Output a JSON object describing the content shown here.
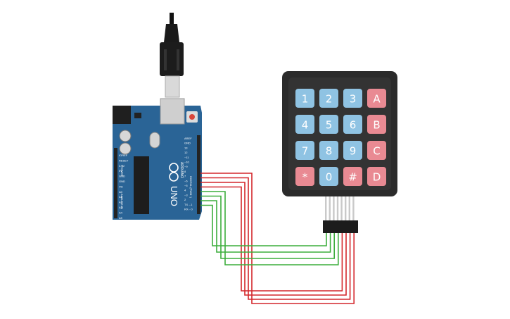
{
  "board": {
    "logo_text": "ARDUINO",
    "model_text": "UNO",
    "digital_label": "DIGITAL (PWM~)",
    "analog_label": "ANALOG IN",
    "power_label": "POWER",
    "header_pins_right": [
      "AREF",
      "GND",
      "13",
      "12",
      "~11",
      "~10",
      "~9",
      "8",
      "7",
      "~6",
      "~5",
      "4",
      "~3",
      "2",
      "TX→1",
      "RX←0"
    ],
    "header_pins_left": [
      "IOREF",
      "RESET",
      "3.3V",
      "5V",
      "GND",
      "GND",
      "Vin",
      "A0",
      "A1",
      "A2",
      "A3",
      "A4",
      "A5"
    ]
  },
  "keypad": {
    "rows": [
      [
        {
          "label": "1",
          "type": "num"
        },
        {
          "label": "2",
          "type": "num"
        },
        {
          "label": "3",
          "type": "num"
        },
        {
          "label": "A",
          "type": "letter"
        }
      ],
      [
        {
          "label": "4",
          "type": "num"
        },
        {
          "label": "5",
          "type": "num"
        },
        {
          "label": "6",
          "type": "num"
        },
        {
          "label": "B",
          "type": "letter"
        }
      ],
      [
        {
          "label": "7",
          "type": "num"
        },
        {
          "label": "8",
          "type": "num"
        },
        {
          "label": "9",
          "type": "num"
        },
        {
          "label": "C",
          "type": "letter"
        }
      ],
      [
        {
          "label": "*",
          "type": "letter"
        },
        {
          "label": "0",
          "type": "num"
        },
        {
          "label": "#",
          "type": "letter"
        },
        {
          "label": "D",
          "type": "letter"
        }
      ]
    ]
  },
  "colors": {
    "board": "#2a6496",
    "keypad_body": "#2b2b2b",
    "key_num": "#8fc3e3",
    "key_letter": "#e98a93",
    "wire_red": "#d4262b",
    "wire_green": "#3cad3c"
  },
  "wires": [
    {
      "color": "red",
      "board_pin": "9",
      "keypad_pin": 8
    },
    {
      "color": "red",
      "board_pin": "8",
      "keypad_pin": 7
    },
    {
      "color": "red",
      "board_pin": "7",
      "keypad_pin": 6
    },
    {
      "color": "red",
      "board_pin": "6",
      "keypad_pin": 5
    },
    {
      "color": "green",
      "board_pin": "5",
      "keypad_pin": 4
    },
    {
      "color": "green",
      "board_pin": "4",
      "keypad_pin": 3
    },
    {
      "color": "green",
      "board_pin": "3",
      "keypad_pin": 2
    },
    {
      "color": "green",
      "board_pin": "2",
      "keypad_pin": 1
    }
  ]
}
